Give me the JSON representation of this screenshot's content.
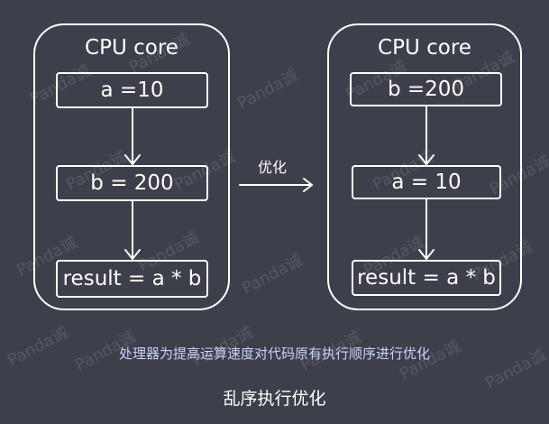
{
  "left_core": {
    "title": "CPU core",
    "steps": [
      "a =10",
      "b = 200",
      "result = a * b"
    ]
  },
  "right_core": {
    "title": "CPU core",
    "steps": [
      "b =200",
      "a = 10",
      "result = a * b"
    ]
  },
  "transform_label": "优化",
  "caption": "处理器为提高运算速度对代码原有执行顺序进行优化",
  "subtitle": "乱序执行优化",
  "watermark": "Panda诚",
  "colors": {
    "background": "#3d3f4a",
    "line": "#ffffff",
    "caption": "#c9d4ff"
  }
}
